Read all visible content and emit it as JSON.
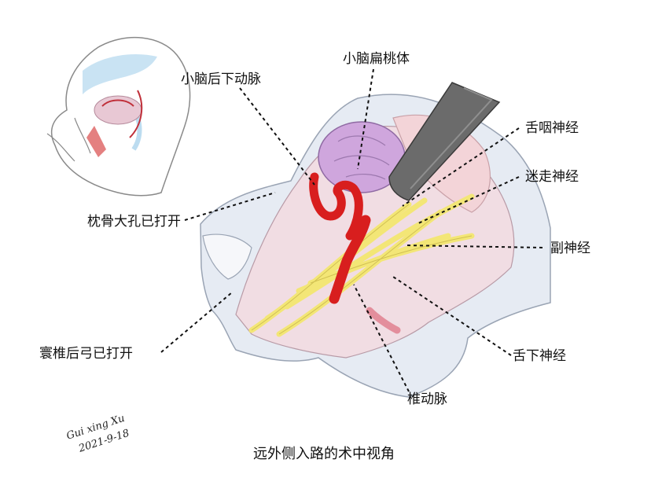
{
  "labels": {
    "pica": "小脑后下动脉",
    "tonsil": "小脑扁桃体",
    "glossopharyngeal": "舌咽神经",
    "vagus": "迷走神经",
    "foramen": "枕骨大孔已打开",
    "accessory": "副神经",
    "atlas": "寰椎后弓已打开",
    "hypoglossal": "舌下神经",
    "vertebral": "椎动脉"
  },
  "caption": "远外侧入路的术中视角",
  "signature": {
    "name": "Gui xing Xu",
    "date": "2021-9-18"
  },
  "colors": {
    "artery": "#d81e1e",
    "nerve": "#f3e676",
    "tonsil": "#c9a0d8",
    "dura": "#e6ebf3",
    "retractor": "#6b6b6b"
  }
}
